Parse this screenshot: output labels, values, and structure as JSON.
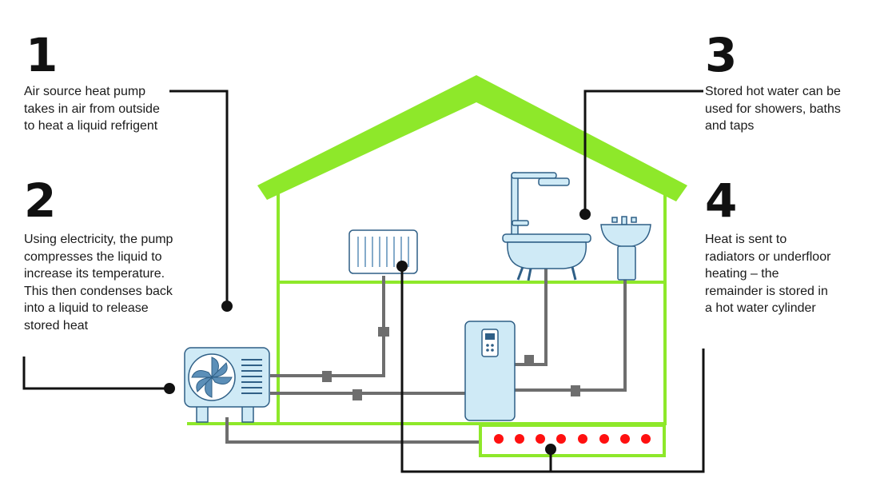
{
  "steps": [
    {
      "number": "1",
      "text": "Air source heat pump takes in air from outside to heat a liquid refrigent"
    },
    {
      "number": "2",
      "text": "Using electricity, the pump compresses the liquid to increase its temperature. This then condenses back into a liquid to release stored heat"
    },
    {
      "number": "3",
      "text": "Stored hot water can be used for showers, baths and taps"
    },
    {
      "number": "4",
      "text": "Heat is sent to radiators or underfloor heating – the remainder is stored in a hot water cylinder"
    }
  ],
  "colors": {
    "house_outline": "#8ee82a",
    "pipes": "#6e6e6e",
    "leader_lines": "#111111",
    "appliance_fill": "#cfeaf6",
    "appliance_stroke": "#2f5f86",
    "underfloor_dots": "#ff1010"
  }
}
